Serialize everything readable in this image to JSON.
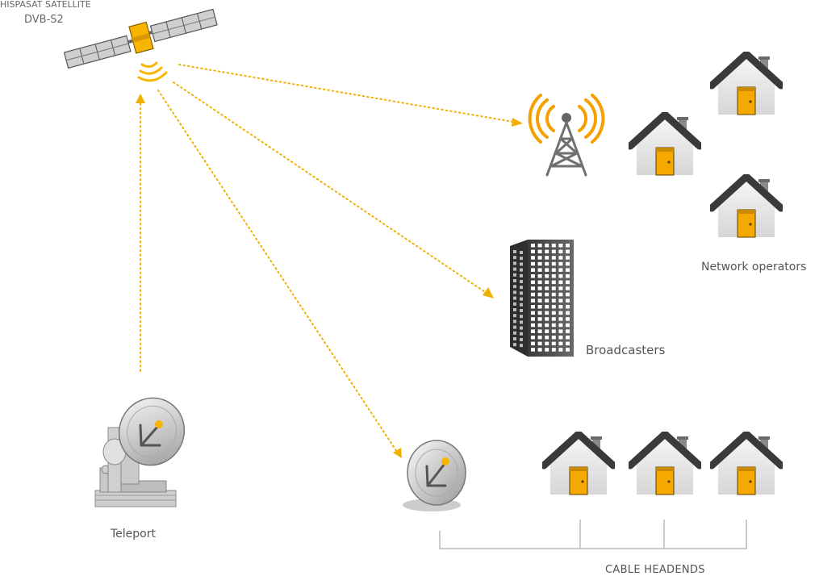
{
  "satellite": {
    "name": "HISPASAT SATELLITE",
    "standard": "DVB-S2",
    "icon": "satellite-icon"
  },
  "labels": {
    "network_operators": "Network operators",
    "broadcasters": "Broadcasters",
    "teleport": "Teleport",
    "cable_headends": "CABLE HEADENDS"
  },
  "icons": {
    "tower": "antenna-tower-icon",
    "building": "office-building-icon",
    "teleport": "teleport-dish-icon",
    "dish": "satellite-dish-icon",
    "house": "house-icon"
  },
  "colors": {
    "link": "#f0b000",
    "roof": "#3a3a3a",
    "door": "#f4a800",
    "wall": "#e6e6e6",
    "text": "#555555"
  }
}
